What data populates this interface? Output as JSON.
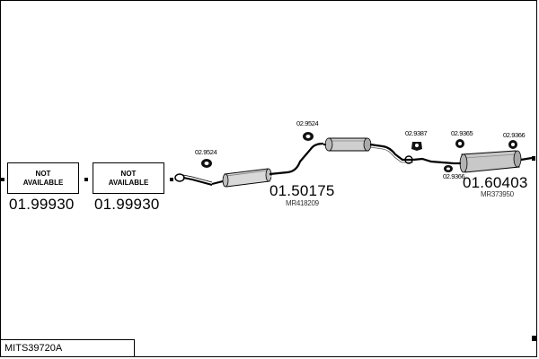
{
  "title": "MITS39720A",
  "boxes": [
    {
      "line1": "NOT",
      "line2": "AVAILABLE",
      "number": "01.99930"
    },
    {
      "line1": "NOT",
      "line2": "AVAILABLE",
      "number": "01.99930"
    }
  ],
  "parts": {
    "center_muffler": {
      "number": "01.50175",
      "ref": "MR418209"
    },
    "rear_muffler": {
      "number": "01.60403",
      "ref": "MR373950"
    }
  },
  "fittings": {
    "f1": "02.9524",
    "f2": "02.9524",
    "f3": "02.9387",
    "f4": "02.9365",
    "f5": "02.9366",
    "f6": "02.9366"
  }
}
